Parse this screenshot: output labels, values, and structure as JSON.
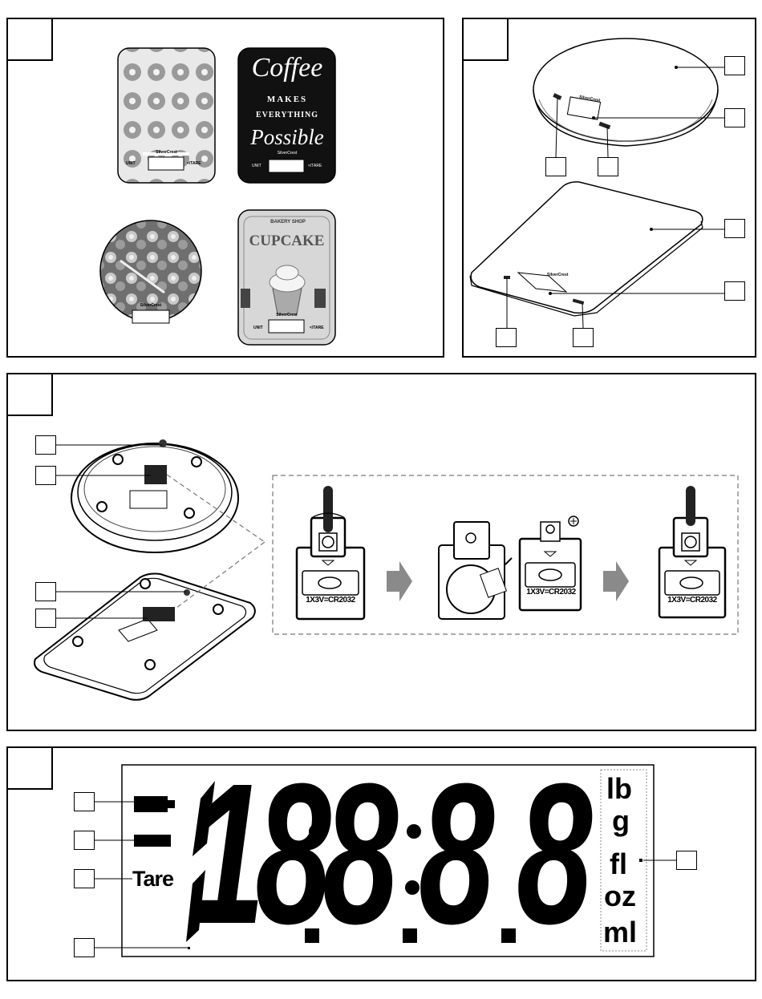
{
  "scales": {
    "brand": "SilverCrest",
    "button_unit": "UNIT",
    "button_tare": "&lt;/TARE",
    "coffee_words": [
      "Coffee",
      "MAKES",
      "EVERYTHING",
      "Possible"
    ],
    "bakery_shop": "BAKERY SHOP",
    "cupcake": "CUPCAKE"
  },
  "battery": {
    "label": "1X3V=CR2032"
  },
  "lcd": {
    "digits": [
      "18",
      "8",
      "8",
      "8"
    ],
    "tare": "Tare",
    "units": [
      "lb",
      "g",
      "fl",
      "oz",
      "ml"
    ]
  },
  "colors": {
    "line": "#000000",
    "gray": "#777777",
    "arrow": "#8a8a8a"
  }
}
